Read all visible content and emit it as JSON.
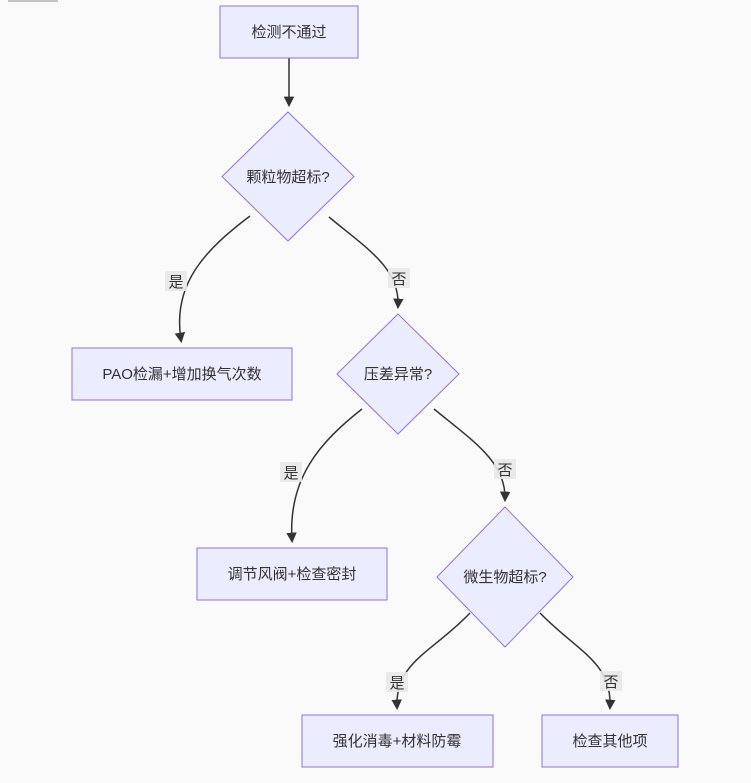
{
  "page": {
    "background_color": "#fafafa"
  },
  "diagram": {
    "type": "flowchart",
    "direction": "top-down",
    "colors": {
      "node_fill": "#ECECFF",
      "node_border": "#9370DB",
      "edge_stroke": "#333333",
      "edge_label_background": "#e8e8e8",
      "text": "#333333"
    },
    "nodes": [
      {
        "id": "start",
        "shape": "rect",
        "label": "检测不通过"
      },
      {
        "id": "q1",
        "shape": "diamond",
        "label": "颗粒物超标?"
      },
      {
        "id": "a1",
        "shape": "rect",
        "label": "PAO检漏+增加换气次数"
      },
      {
        "id": "q2",
        "shape": "diamond",
        "label": "压差异常?"
      },
      {
        "id": "a2",
        "shape": "rect",
        "label": "调节风阀+检查密封"
      },
      {
        "id": "q3",
        "shape": "diamond",
        "label": "微生物超标?"
      },
      {
        "id": "a3",
        "shape": "rect",
        "label": "强化消毒+材料防霉"
      },
      {
        "id": "a4",
        "shape": "rect",
        "label": "检查其他项"
      }
    ],
    "edges": [
      {
        "from": "start",
        "to": "q1",
        "label": ""
      },
      {
        "from": "q1",
        "to": "a1",
        "label": "是"
      },
      {
        "from": "q1",
        "to": "q2",
        "label": "否"
      },
      {
        "from": "q2",
        "to": "a2",
        "label": "是"
      },
      {
        "from": "q2",
        "to": "q3",
        "label": "否"
      },
      {
        "from": "q3",
        "to": "a3",
        "label": "是"
      },
      {
        "from": "q3",
        "to": "a4",
        "label": "否"
      }
    ]
  }
}
